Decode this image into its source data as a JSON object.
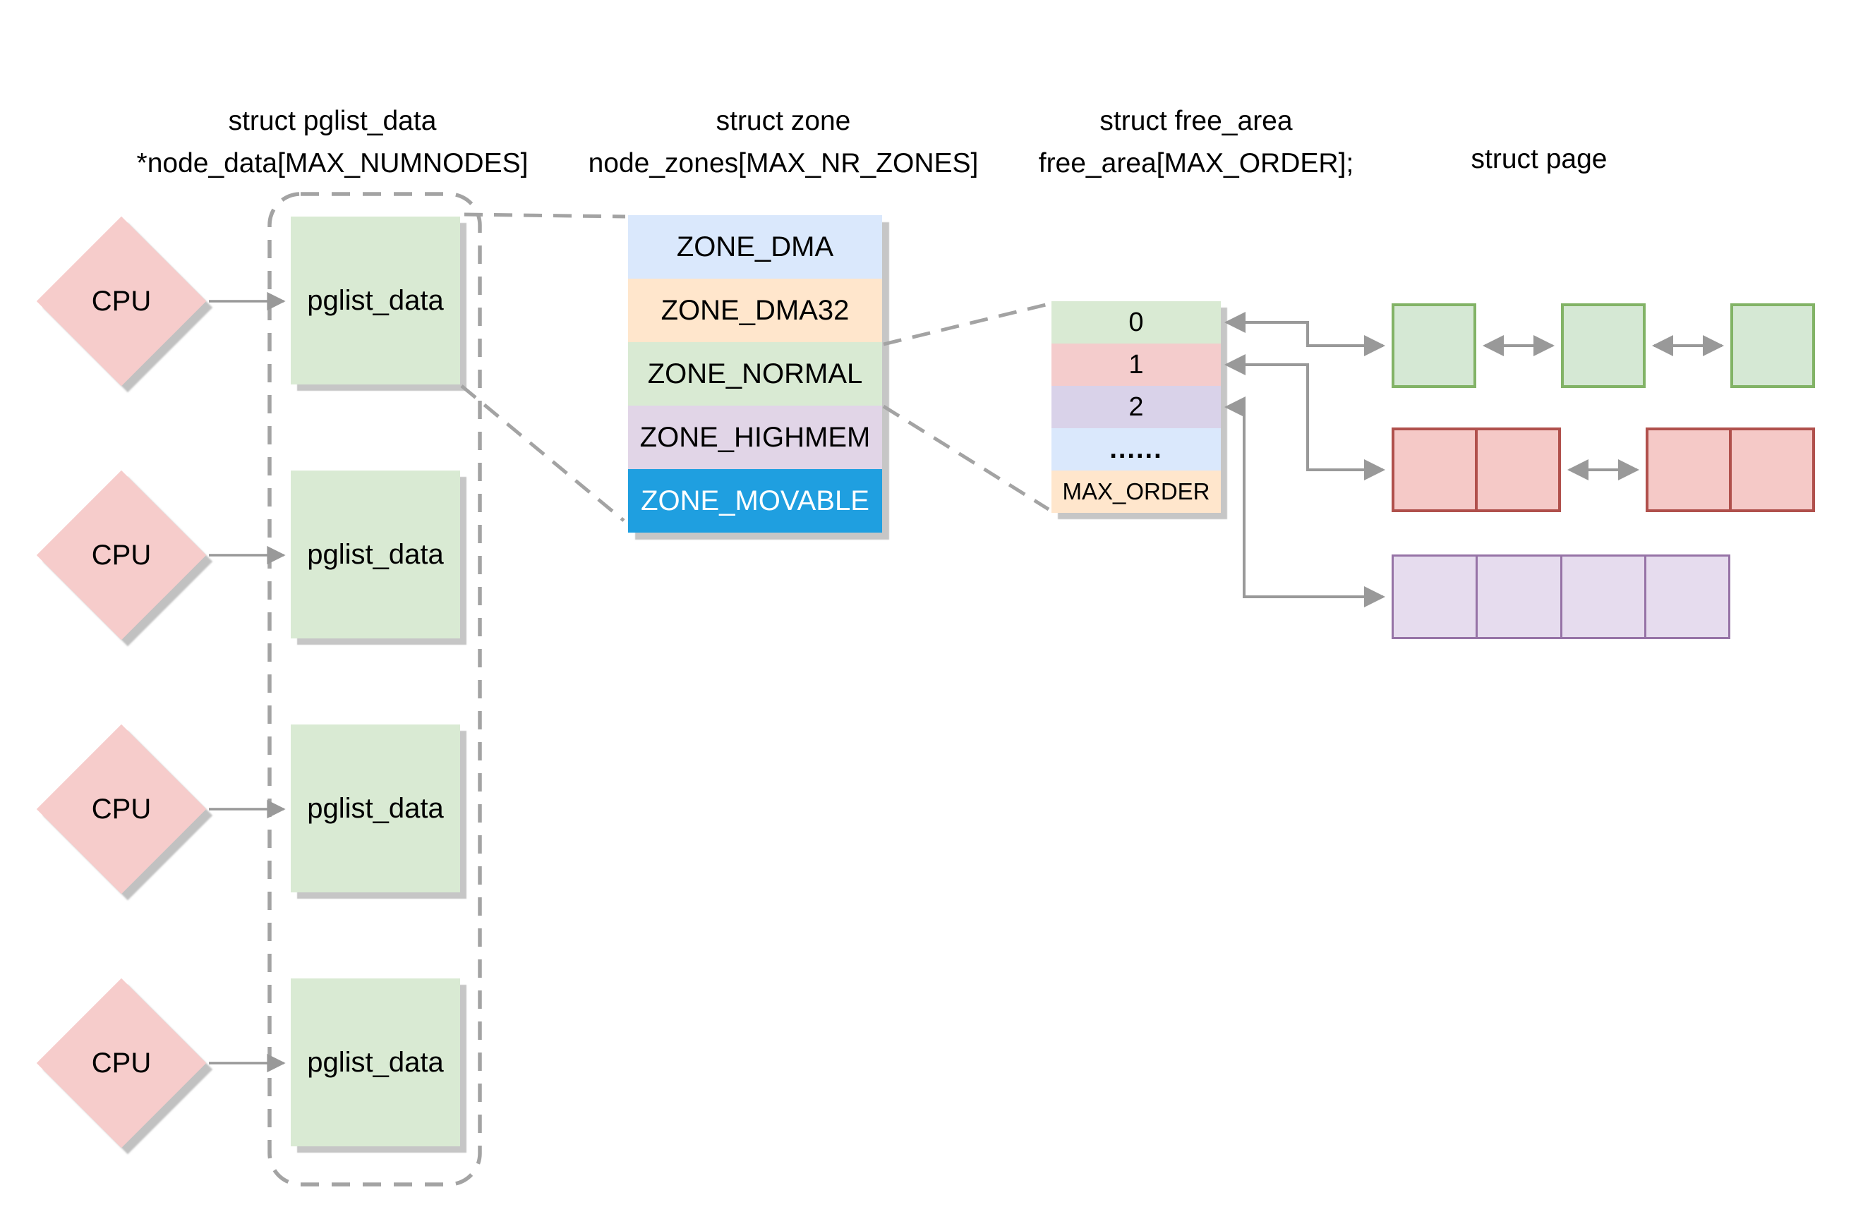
{
  "headers": [
    {
      "line1": "struct pglist_data",
      "line2": "*node_data[MAX_NUMNODES]"
    },
    {
      "line1": "struct zone",
      "line2": "node_zones[MAX_NR_ZONES]"
    },
    {
      "line1": "struct free_area",
      "line2": "free_area[MAX_ORDER];"
    },
    {
      "line1": "struct page"
    }
  ],
  "cpus": [
    {
      "label": "CPU"
    },
    {
      "label": "CPU"
    },
    {
      "label": "CPU"
    },
    {
      "label": "CPU"
    }
  ],
  "nodes": [
    {
      "label": "pglist_data"
    },
    {
      "label": "pglist_data"
    },
    {
      "label": "pglist_data"
    },
    {
      "label": "pglist_data"
    }
  ],
  "zones": [
    {
      "label": "ZONE_DMA",
      "fill": "#dae8fc",
      "text_color": "#000000"
    },
    {
      "label": "ZONE_DMA32",
      "fill": "#ffe6cc",
      "text_color": "#000000"
    },
    {
      "label": "ZONE_NORMAL",
      "fill": "#d9ead3",
      "text_color": "#000000"
    },
    {
      "label": "ZONE_HIGHMEM",
      "fill": "#e1d5e7",
      "text_color": "#000000"
    },
    {
      "label": "ZONE_MOVABLE",
      "fill": "#1f9fe0",
      "text_color": "#ffffff"
    }
  ],
  "free_area": {
    "rows": [
      {
        "label": "0",
        "fill": "#d9ead3"
      },
      {
        "label": "1",
        "fill": "#f4cccc"
      },
      {
        "label": "2",
        "fill": "#d9d2e9"
      },
      {
        "label": "......",
        "fill": "#dae8fc"
      },
      {
        "label": "MAX_ORDER",
        "fill": "#ffe6cc"
      }
    ]
  },
  "page_lists": {
    "order0_single_pages": 3,
    "order1_buddy_blocks": 2,
    "order1_pages_per_block": 2,
    "order2_blocks": 1,
    "order2_pages_per_block": 4
  },
  "colors": {
    "cpu_fill": "#f6cccb",
    "node_fill": "#d9ead3",
    "page_green_fill": "#d5e8d4",
    "page_green_border": "#82b366",
    "page_red_fill": "#f5c9c7",
    "page_red_border": "#b0504c",
    "page_purple_fill": "#e6dcee",
    "page_purple_border": "#9673a6",
    "line": "#999999",
    "dash": "#a3a3a3"
  }
}
